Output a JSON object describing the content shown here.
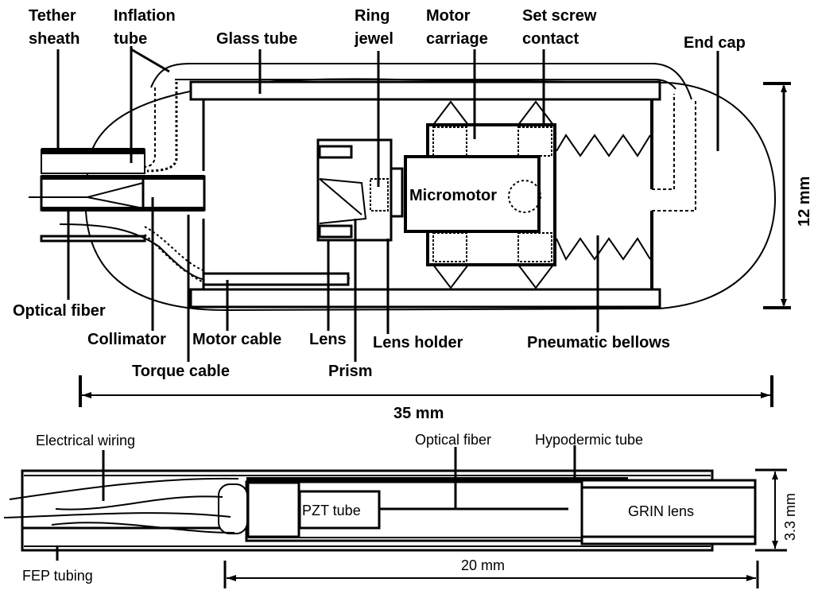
{
  "figure": {
    "top_diagram": {
      "title": "Balloon OCT capsule probe (top schematic)",
      "labels": {
        "tether_sheath_1": "Tether",
        "tether_sheath_2": "sheath",
        "inflation_tube_1": "Inflation",
        "inflation_tube_2": "tube",
        "glass_tube": "Glass tube",
        "ring_jewel_1": "Ring",
        "ring_jewel_2": "jewel",
        "motor_carriage_1": "Motor",
        "motor_carriage_2": "carriage",
        "set_screw_1": "Set screw",
        "set_screw_2": "contact",
        "end_cap": "End cap",
        "micromotor": "Micromotor",
        "optical_fiber": "Optical fiber",
        "collimator": "Collimator",
        "motor_cable": "Motor cable",
        "lens": "Lens",
        "lens_holder": "Lens holder",
        "pneumatic_bellows": "Pneumatic bellows",
        "torque_cable": "Torque cable",
        "prism": "Prism"
      },
      "dimensions": {
        "height": "12 mm",
        "length": "35 mm"
      }
    },
    "bottom_diagram": {
      "labels": {
        "electrical_wiring": "Electrical wiring",
        "optical_fiber": "Optical fiber",
        "hypodermic_tube": "Hypodermic tube",
        "pzt_tube": "PZT tube",
        "grin_lens": "GRIN lens",
        "fep_tubing": "FEP tubing"
      },
      "dimensions": {
        "diameter": "3.3 mm",
        "length": "20 mm"
      }
    }
  }
}
